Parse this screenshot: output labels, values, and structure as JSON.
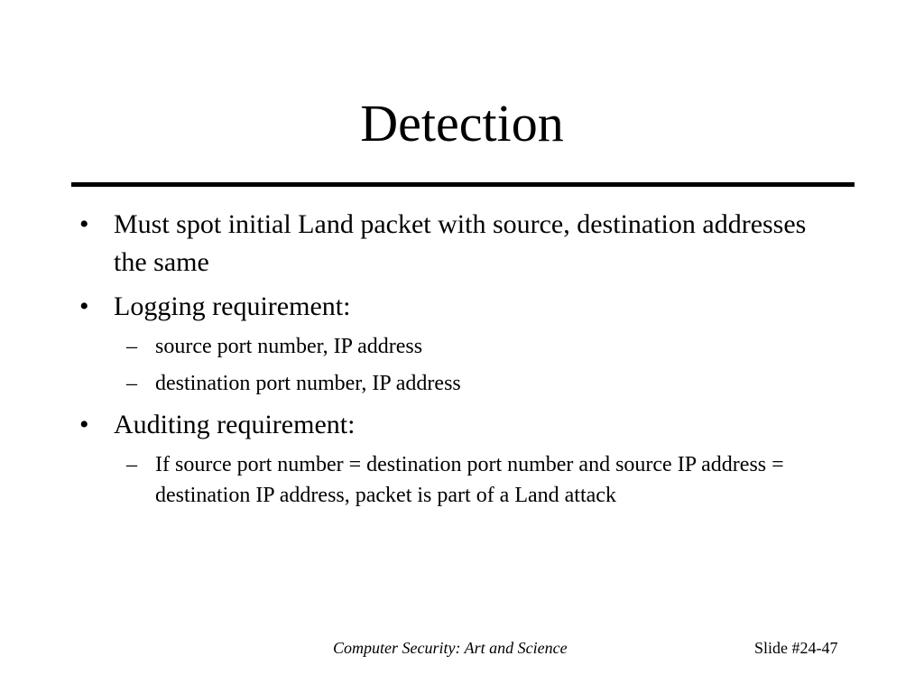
{
  "slide": {
    "title": "Detection",
    "bullets": [
      {
        "text": "Must spot initial Land packet with source, destination addresses the same",
        "subitems": []
      },
      {
        "text": "Logging requirement:",
        "subitems": [
          "source port number, IP address",
          "destination port number, IP address"
        ]
      },
      {
        "text": "Auditing requirement:",
        "subitems": [
          "If source port number = destination port number and source IP address = destination IP address, packet is part of a Land attack"
        ]
      }
    ],
    "bullet_marker": "•",
    "sub_marker": "–",
    "footer": {
      "center": "Computer Security: Art and Science",
      "right": "Slide #24-47"
    }
  }
}
